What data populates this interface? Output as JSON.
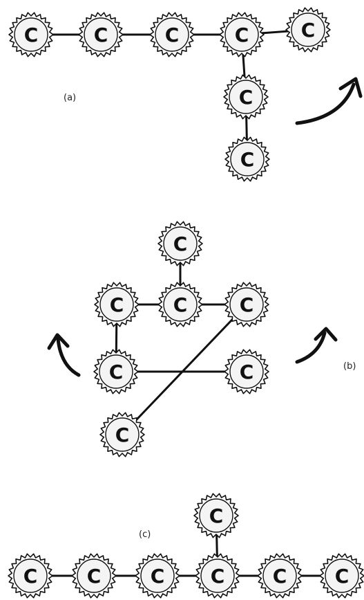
{
  "atom_label": "C",
  "colors": {
    "ink": "#111111",
    "cap_fill": "#f4f4f4",
    "background": "#ffffff"
  },
  "panels": [
    {
      "id": "a",
      "label": "(a)",
      "atoms": 7,
      "bonds": [
        [
          0,
          1
        ],
        [
          1,
          2
        ],
        [
          2,
          3
        ],
        [
          3,
          4
        ],
        [
          3,
          5
        ],
        [
          5,
          6
        ]
      ],
      "arrow": "curved-up-right"
    },
    {
      "id": "b",
      "label": "(b)",
      "atoms": 7,
      "bonds": [
        [
          0,
          2
        ],
        [
          1,
          2
        ],
        [
          2,
          3
        ],
        [
          1,
          4
        ],
        [
          4,
          5
        ],
        [
          3,
          6
        ]
      ],
      "arrows": [
        "curved-up-left",
        "curved-up-right"
      ]
    },
    {
      "id": "c",
      "label": "(c)",
      "atoms": 7,
      "bonds": [
        [
          1,
          2
        ],
        [
          2,
          3
        ],
        [
          3,
          4
        ],
        [
          4,
          5
        ],
        [
          5,
          6
        ],
        [
          0,
          4
        ]
      ]
    }
  ]
}
